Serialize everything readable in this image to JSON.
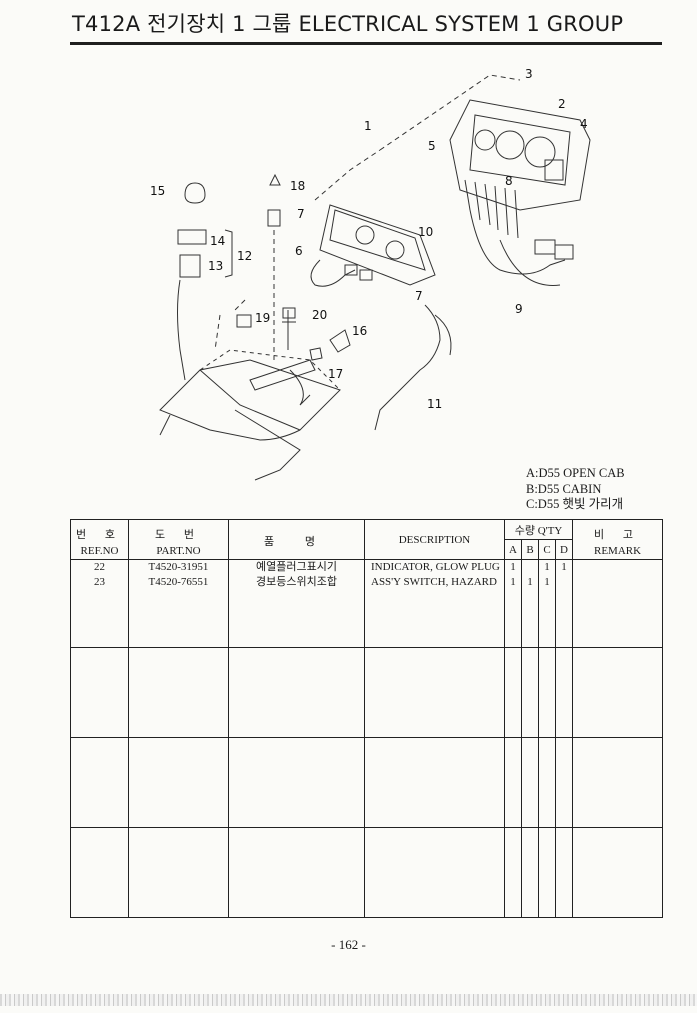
{
  "header": {
    "title": "T412A 전기장치 1 그룹 ELECTRICAL SYSTEM 1 GROUP"
  },
  "diagram": {
    "callouts": [
      "1",
      "2",
      "3",
      "4",
      "5",
      "6",
      "7",
      "7",
      "8",
      "9",
      "10",
      "11",
      "12",
      "13",
      "14",
      "15",
      "16",
      "17",
      "18",
      "19",
      "20"
    ]
  },
  "legend": [
    "A:D55 OPEN CAB",
    "B:D55 CABIN",
    "C:D55 햇빛 가리개"
  ],
  "table": {
    "headers": {
      "ref_ko": "번 호",
      "ref_en": "REF.NO",
      "part_ko": "도 번",
      "part_en": "PART.NO",
      "name_ko": "품 명",
      "description": "DESCRIPTION",
      "qty": "수량 Q'TY",
      "qty_cols": [
        "A",
        "B",
        "C",
        "D"
      ],
      "remark_ko": "비 고",
      "remark_en": "REMARK"
    },
    "rows": [
      {
        "ref": "22",
        "part": "T4520-31951",
        "name_ko": "예열플러그표시기",
        "description": "INDICATOR, GLOW PLUG",
        "A": "1",
        "B": "",
        "C": "1",
        "D": "1",
        "remark": ""
      },
      {
        "ref": "23",
        "part": "T4520-76551",
        "name_ko": "경보등스위치조합",
        "description": "ASS'Y SWITCH, HAZARD",
        "A": "1",
        "B": "1",
        "C": "1",
        "D": "",
        "remark": ""
      }
    ]
  },
  "footer": {
    "page": "- 162 -"
  }
}
